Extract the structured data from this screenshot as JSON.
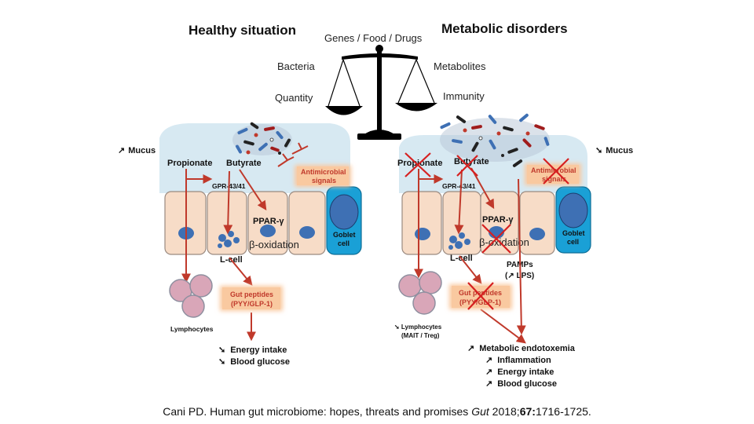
{
  "colors": {
    "mucus": "#d7e9f2",
    "cell": "#f7dcc7",
    "nucleus": "#3e70b4",
    "goblet": "#1aa0d6",
    "arrow": "#c0392b",
    "box": "#f9c9a0"
  },
  "top": {
    "left_title": "Healthy situation",
    "right_title": "Metabolic disorders",
    "center_title": "Genes / Food / Drugs",
    "left_labels": [
      "Bacteria",
      "Quantity"
    ],
    "right_labels": [
      "Metabolites",
      "Immunity"
    ]
  },
  "healthy": {
    "mucus": "Mucus",
    "mucus_dir": "↗",
    "propionate": "Propionate",
    "butyrate": "Butyrate",
    "gpr": "GPR-43/41",
    "antimicrobial": [
      "Antimicrobial",
      "signals"
    ],
    "ppar": "PPAR-γ",
    "beta_ox": "β-oxidation",
    "goblet": [
      "Goblet",
      "cell"
    ],
    "lcell": "L-cell",
    "gut_peptides": [
      "Gut peptides",
      "(PYY/GLP-1)"
    ],
    "lymphocytes": "Lymphocytes",
    "outcomes": [
      {
        "dir": "➘",
        "text": "Energy intake"
      },
      {
        "dir": "➘",
        "text": "Blood glucose"
      }
    ]
  },
  "disorder": {
    "mucus": "Mucus",
    "mucus_dir": "➘",
    "propionate": "Propionate",
    "butyrate": "Butyrate",
    "gpr": "GPR-43/41",
    "antimicrobial": [
      "Antimicrobial",
      "signals"
    ],
    "ppar": "PPAR-γ",
    "beta_ox": "β-oxidation",
    "goblet": [
      "Goblet",
      "cell"
    ],
    "lcell": "L-cell",
    "pamps": [
      "PAMPs",
      "(↗ LPS)"
    ],
    "gut_peptides": [
      "Gut peptides",
      "(PYY/GLP-1)"
    ],
    "lymphocytes": [
      "➘ Lymphocytes",
      "(MAIT / Treg)"
    ],
    "outcomes": [
      {
        "dir": "↗",
        "text": "Metabolic endotoxemia"
      },
      {
        "dir": "↗",
        "text": "Inflammation"
      },
      {
        "dir": "↗",
        "text": "Energy intake"
      },
      {
        "dir": "↗",
        "text": "Blood glucose"
      }
    ]
  },
  "caption": {
    "prefix": "Cani PD. Human gut microbiome: hopes, threats and promises ",
    "journal": "Gut",
    "year": " 2018;",
    "volume": "67:",
    "pages": "1716-1725."
  }
}
